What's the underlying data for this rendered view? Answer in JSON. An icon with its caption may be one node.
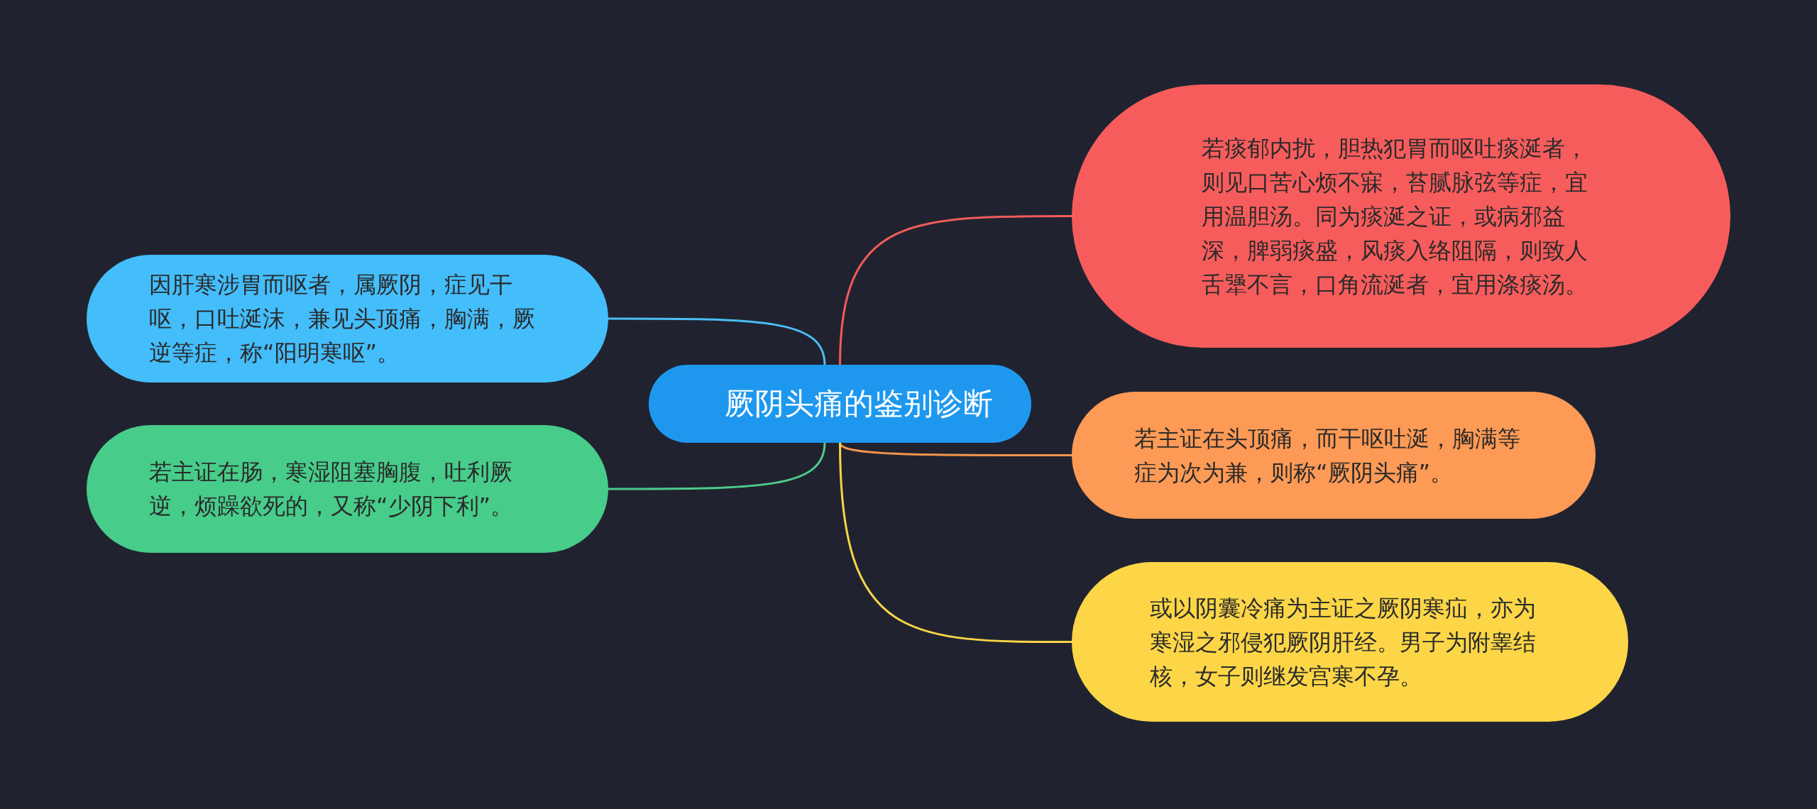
{
  "diagram": {
    "nodes": [
      {
        "text": [
          "厥阴头痛的鉴别诊断"
        ]
      },
      {
        "text": [
          "因肝寒涉胃而呕者，属厥阴，症见干呕，口吐涎沫，兼见头顶痛，胸满，厥逆等症，称“阳明寒呕”。"
        ]
      },
      {
        "text": [
          "若主证在肠，寒湿阻塞胸腹，吐利厥逆，烦躁欲死的，又称“少阴下利”。"
        ]
      },
      {
        "text": [
          "若痰郁内扰，胆热犯胃而呕吐痰涎者，则见口苦心烦不寐，苔腻脉弦等症，宜用温胆汤。同为痰涎之证，或病邪益深，脾弱痰盛，风痰入络阻隔，则致人舌犟不言，口角流涎者，宜用涤痰汤。"
        ]
      },
      {
        "text": [
          "若主证在头顶痛，而干呕吐涎，胸满等症为次为兼，则称“厥阴头痛”。"
        ]
      },
      {
        "text": [
          "或以阴囊冷痛为主证之厥阴寒疝，亦为寒湿之邪侵犯厥阴肝经。男子为附睾结核，女子则继发宫寒不孕。"
        ]
      }
    ],
    "edges": [
      {
        "from": 0,
        "to": 1,
        "arrow": "none",
        "color": "#4bbef5"
      },
      {
        "from": 0,
        "to": 2,
        "arrow": "none",
        "color": "#4ecb8a"
      },
      {
        "from": 0,
        "to": 3,
        "arrow": "none",
        "color": "#f25b5b"
      },
      {
        "from": 0,
        "to": 4,
        "arrow": "none",
        "color": "#f7954d"
      },
      {
        "from": 0,
        "to": 5,
        "arrow": "none",
        "color": "#f8d648"
      }
    ]
  }
}
